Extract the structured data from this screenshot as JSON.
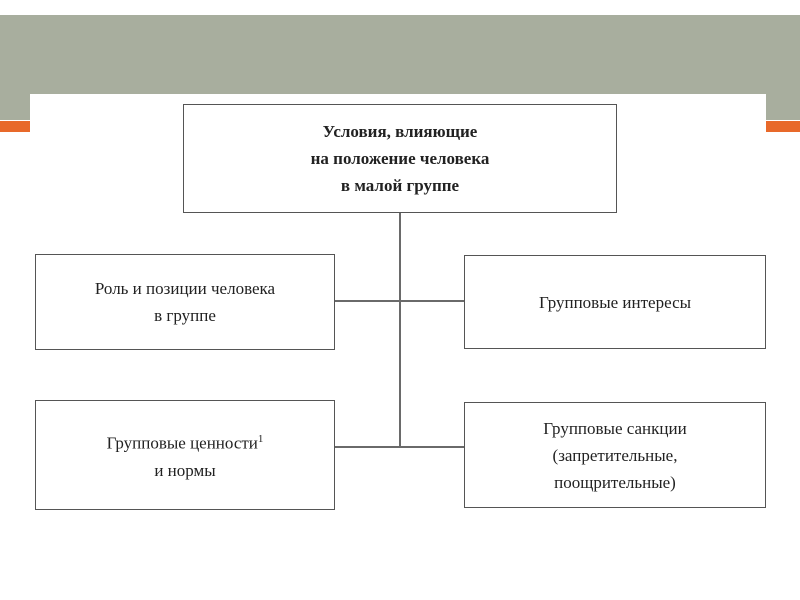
{
  "colors": {
    "header_band": "#a8ae9e",
    "accent": "#e8692a",
    "box_border": "#555555",
    "text": "#222222"
  },
  "diagram": {
    "top": {
      "lines": [
        "Условия, влияющие",
        "на положение человека",
        "в малой группе"
      ]
    },
    "role": {
      "lines": [
        "Роль и позиции человека",
        "в группе"
      ]
    },
    "interests": {
      "lines": [
        "Групповые интересы"
      ]
    },
    "values": {
      "line1": "Групповые ценности",
      "footnote": "1",
      "line2": "и нормы"
    },
    "sanctions": {
      "lines": [
        "Групповые санкции",
        "(запретительные,",
        "поощрительные)"
      ]
    }
  }
}
